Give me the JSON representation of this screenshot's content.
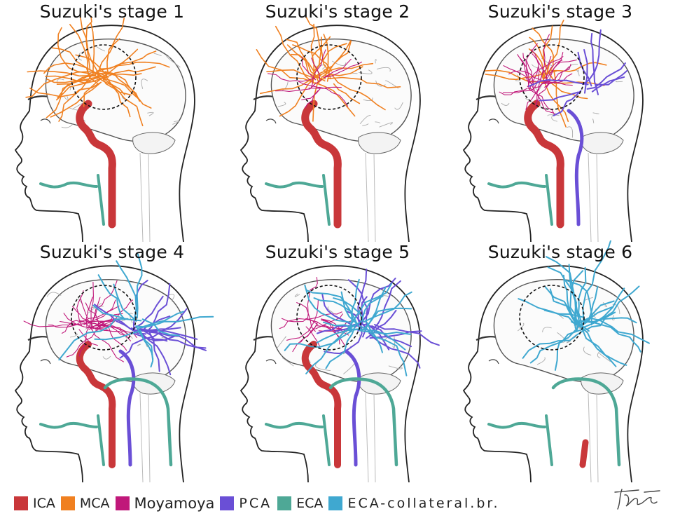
{
  "panels": [
    {
      "title": "Suzuki's stage 1",
      "stage": 1
    },
    {
      "title": "Suzuki's stage 2",
      "stage": 2
    },
    {
      "title": "Suzuki's stage 3",
      "stage": 3
    },
    {
      "title": "Suzuki's stage 4",
      "stage": 4
    },
    {
      "title": "Suzuki's stage 5",
      "stage": 5
    },
    {
      "title": "Suzuki's stage 6",
      "stage": 6
    }
  ],
  "legend": [
    {
      "label": "ICA",
      "color": "#c9373a"
    },
    {
      "label": "MCA",
      "color": "#f08020"
    },
    {
      "label": "Moyamoya",
      "color": "#c0187a"
    },
    {
      "label": "PCA",
      "color": "#6a4fd6"
    },
    {
      "label": "ECA",
      "color": "#4ea896"
    },
    {
      "label": "ECA-collateral.br.",
      "color": "#3fa8d0"
    }
  ],
  "signature_icon": "artist-signature"
}
